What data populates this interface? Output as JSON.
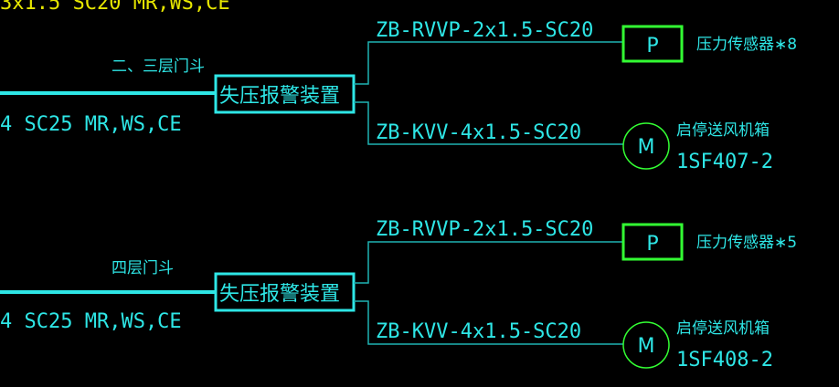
{
  "colors": {
    "background": "#000000",
    "cyan": "#2ee6e6",
    "green": "#33ff33",
    "yellow": "#e6e600",
    "wire": "#1fb3b3"
  },
  "top_note": "3x1.5 SC20 MR,WS,CE",
  "group1": {
    "location": "二、三层门斗",
    "feeder_cable": "4 SC25 MR,WS,CE",
    "device": "失压报警装置",
    "branch_upper_cable": "ZB-RVVP-2x1.5-SC20",
    "branch_lower_cable": "ZB-KVV-4x1.5-SC20",
    "sensor_symbol": "P",
    "sensor_label": "压力传感器∗8",
    "motor_symbol": "M",
    "motor_label": "启停送风机箱",
    "motor_code": "1SF407-2"
  },
  "group2": {
    "location": "四层门斗",
    "feeder_cable": "4 SC25 MR,WS,CE",
    "device": "失压报警装置",
    "branch_upper_cable": "ZB-RVVP-2x1.5-SC20",
    "branch_lower_cable": "ZB-KVV-4x1.5-SC20",
    "sensor_symbol": "P",
    "sensor_label": "压力传感器∗5",
    "motor_symbol": "M",
    "motor_label": "启停送风机箱",
    "motor_code": "1SF408-2"
  }
}
